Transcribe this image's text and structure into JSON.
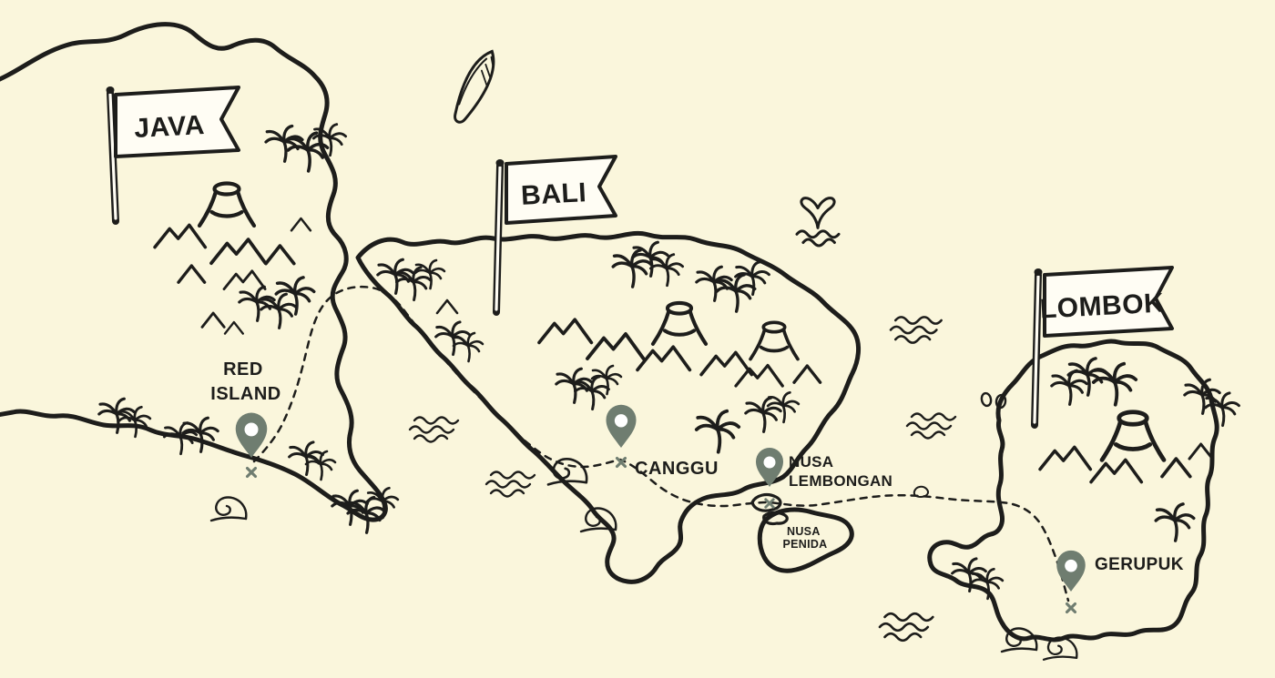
{
  "map": {
    "colors": {
      "background": "#FAF6DC",
      "ink": "#1D1D1B",
      "pin": "#6F7D70",
      "pin_center": "#FFFFFF",
      "banner": "#FFFDF4"
    },
    "flags": {
      "java": "JAVA",
      "bali": "BALI",
      "lombok": "LOMBOK"
    },
    "locations": {
      "red_island": {
        "label": "RED ISLAND",
        "lines": [
          "RED",
          "ISLAND"
        ]
      },
      "canggu": {
        "label": "CANGGU"
      },
      "nusa_lembongan": {
        "label": "NUSA LEMBONGAN",
        "lines": [
          "NUSA",
          "LEMBONGAN"
        ]
      },
      "nusa_penida": {
        "label": "NUSA PENIDA",
        "lines": [
          "NUSA",
          "PENIDA"
        ]
      },
      "gerupuk": {
        "label": "GERUPUK"
      }
    },
    "route": {
      "style": "dashed",
      "stops": [
        "RED ISLAND",
        "CANGGU",
        "NUSA LEMBONGAN",
        "GERUPUK"
      ]
    },
    "decorations": [
      "surfboard-icon",
      "palm-tree-icon",
      "mountain-icon",
      "volcano-icon",
      "wave-curl-icon",
      "water-ripple-icon",
      "whale-tail-icon",
      "coconut-pair-icon",
      "pebble-icon"
    ]
  }
}
